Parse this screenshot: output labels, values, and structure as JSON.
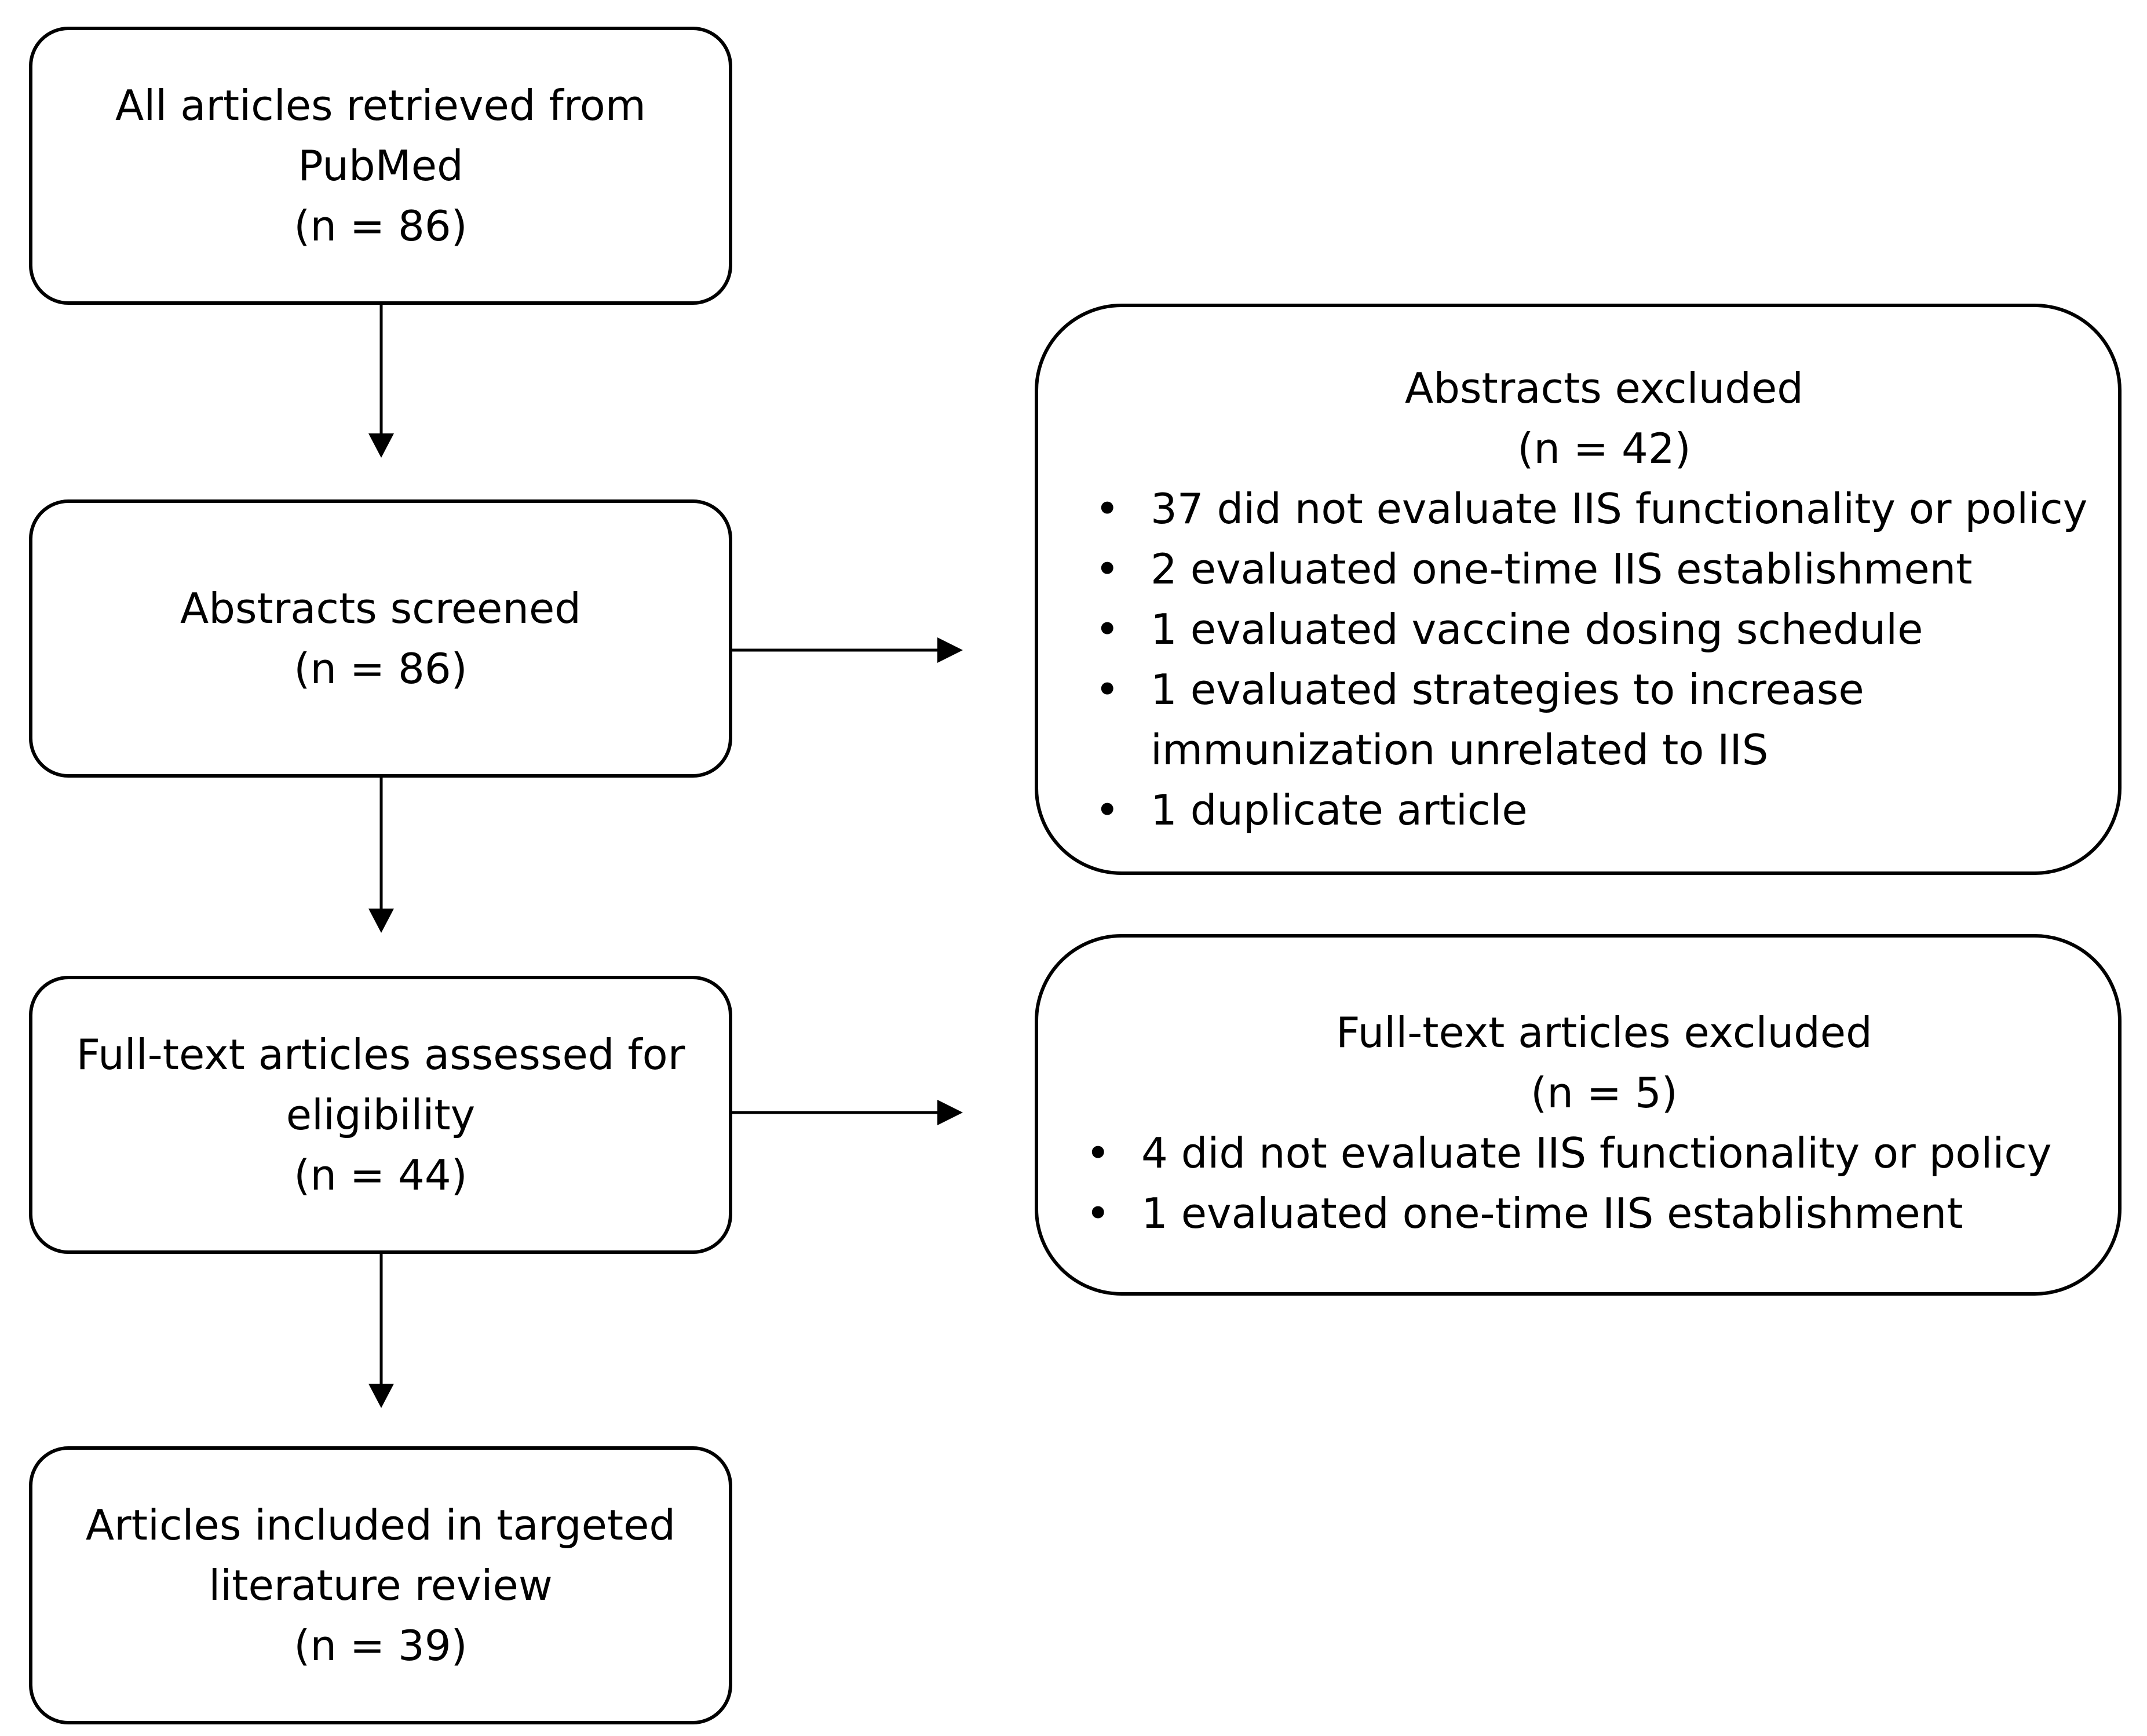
{
  "flow": {
    "retrieved": {
      "title": "All articles retrieved from PubMed",
      "count": "(n = 86)"
    },
    "screened": {
      "title": "Abstracts screened",
      "count": "(n = 86)"
    },
    "fulltext": {
      "title": "Full-text articles assessed for eligibility",
      "count": "(n = 44)"
    },
    "included": {
      "title": "Articles included in targeted literature review",
      "count": "(n = 39)"
    }
  },
  "exclusions": {
    "abstracts": {
      "title": "Abstracts excluded",
      "count": "(n = 42)",
      "items": [
        "37 did not evaluate IIS functionality or policy",
        "2 evaluated one-time IIS establishment",
        "1 evaluated vaccine dosing schedule",
        "1 evaluated strategies to increase immunization unrelated to IIS",
        "1 duplicate article"
      ]
    },
    "fulltext": {
      "title": "Full-text articles excluded",
      "count": "(n = 5)",
      "items": [
        "4 did not evaluate IIS functionality or policy",
        "1 evaluated one-time IIS establishment"
      ]
    }
  },
  "bullet_glyph": "•"
}
